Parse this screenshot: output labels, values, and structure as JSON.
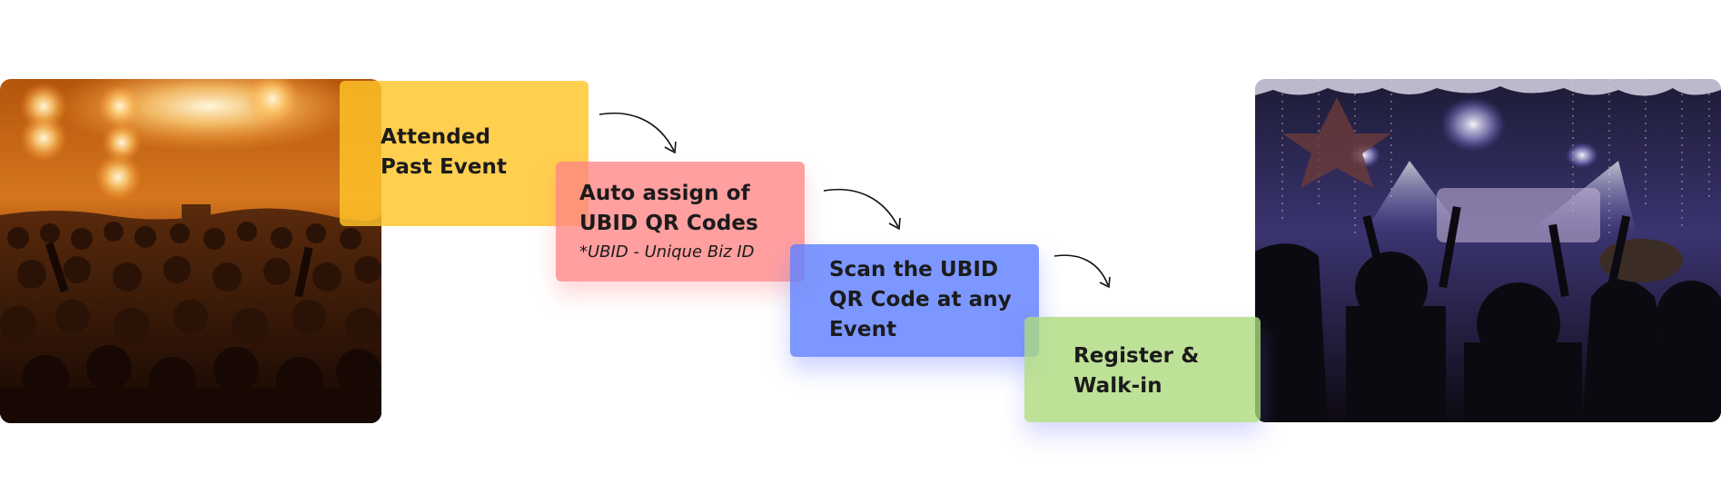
{
  "flow": {
    "steps": [
      {
        "title": "Attended\nPast Event",
        "color": "#FFC528"
      },
      {
        "title": "Auto assign of\nUBID QR Codes",
        "note": "*UBID - Unique Biz ID",
        "color": "#FF8484"
      },
      {
        "title": "Scan the UBID\nQR Code at any\nEvent",
        "color": "#5F80FF"
      },
      {
        "title": "Register &\nWalk-in",
        "color": "#AED97E"
      }
    ]
  },
  "images": {
    "left": {
      "subject": "concert-crowd-orange-stage-lights"
    },
    "right": {
      "subject": "concert-crowd-stage-spotlights"
    }
  },
  "icons": [
    "curved-arrow-icon"
  ]
}
